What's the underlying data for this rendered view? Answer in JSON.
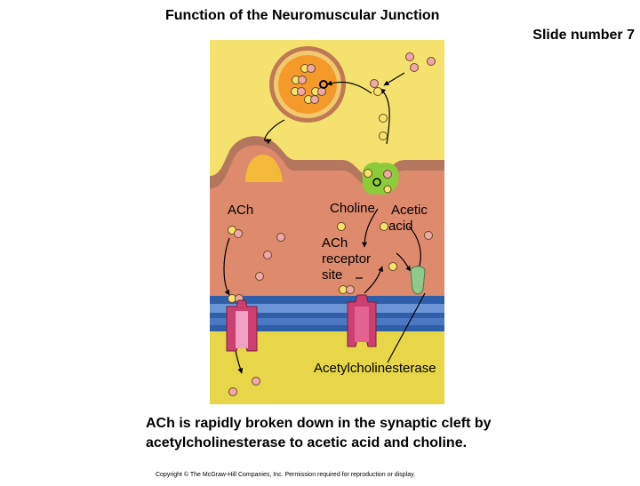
{
  "slide": {
    "title": "Function of the Neuromuscular Junction",
    "slide_number": "Slide number 7"
  },
  "diagram": {
    "labels": {
      "ach": "ACh",
      "choline": "Choline",
      "acetic_acid_1": "Acetic",
      "acetic_acid_2": "acid",
      "ach_receptor_1": "ACh",
      "ach_receptor_2": "receptor",
      "ach_receptor_3": "site",
      "acetylcholinesterase": "Acetylcholinesterase"
    },
    "colors": {
      "cytoplasm": "#f5e26e",
      "synaptic_cleft": "#de8a6c",
      "membrane": "#b4775e",
      "vesicle": "#f39a2a",
      "receptor": "#cc3f6f",
      "receptor_light": "#f0a1c3",
      "enzyme": "#8ccc3a",
      "t_tubule_blue": "#2f5fa8",
      "sarcoplasm": "#e6d648"
    }
  },
  "caption": {
    "line1": "ACh is rapidly broken down in the synaptic cleft by",
    "line2": "acetylcholinesterase to acetic acid and choline."
  },
  "footer": {
    "copyright": "Copyright © The McGraw-Hill Companies, Inc. Permission required for reproduction or display."
  }
}
